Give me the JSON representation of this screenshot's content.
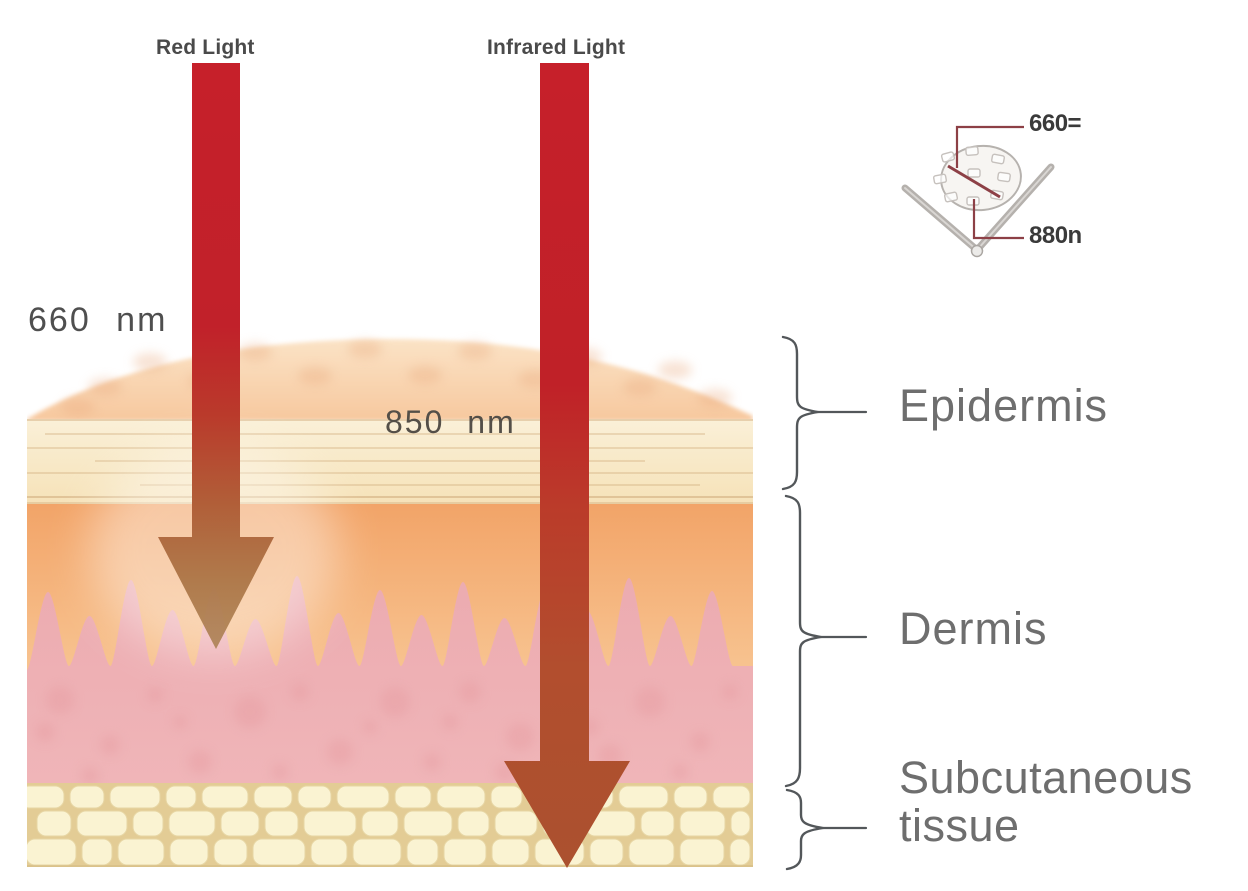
{
  "diagram": {
    "type": "red-and-infrared-light-skin-penetration",
    "light_sources": [
      {
        "label": "Red Light",
        "wavelength": "660 nm",
        "arrow_color": "#c6202a",
        "penetration_depth": "dermis"
      },
      {
        "label": "Infrared Light",
        "wavelength": "850 nm",
        "arrow_color": "#c6202a",
        "penetration_depth": "subcutaneous tissue"
      }
    ],
    "layers": [
      {
        "label": "Epidermis"
      },
      {
        "label": "Dermis"
      },
      {
        "label": "Subcutaneous tissue",
        "label_lines": [
          "Subcutaneous",
          "tissue"
        ]
      }
    ],
    "device": {
      "description": "LED panel icon with callouts",
      "label_top": "660=",
      "label_bottom": "880n"
    }
  },
  "colors": {
    "arrow_red": "#c6202a",
    "arrow_penetrated_tan": "#a97f50",
    "arrow_infrared_deep": "#ab512f",
    "skin_top_face": "#f7c89e",
    "epidermis_cream": "#f8ecd0",
    "upper_dermis_orange": "#f2a468",
    "dermis_pink": "#efb4b8",
    "dermis_spot": "#e59aa1",
    "fat_cell": "#faf3d2",
    "fat_mortar": "#e3cc95",
    "label_gray": "#6e6e6e",
    "callout_dark_red": "#8d4046",
    "brace_gray": "#53575a"
  }
}
